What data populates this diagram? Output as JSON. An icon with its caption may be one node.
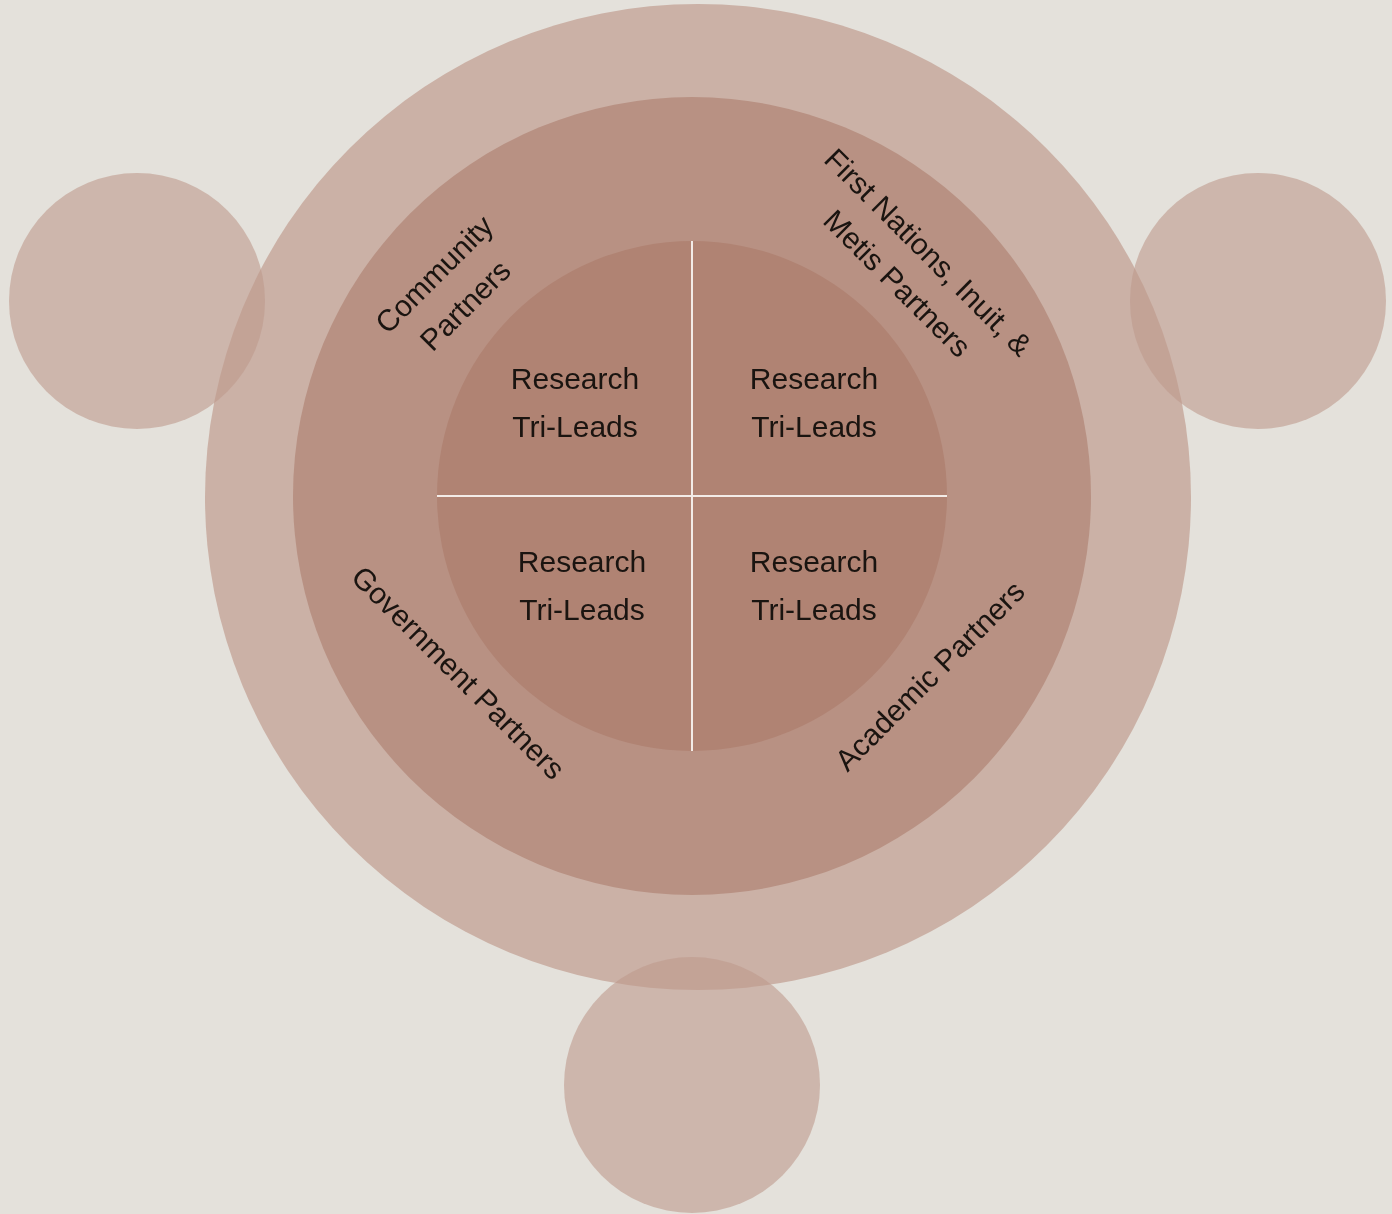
{
  "diagram": {
    "nodes": [
      {
        "text": [],
        "shape": "circle"
      },
      {
        "text": [
          "Community Partners",
          "First Nations, Inuit, & Metis Partners",
          "Government Partners",
          "Academic Partners"
        ],
        "in": 0
      },
      {
        "text": [
          "Research Tri-Leads"
        ],
        "in": 1
      },
      {
        "text": [
          "Research Tri-Leads"
        ],
        "in": 1
      },
      {
        "text": [
          "Research Tri-Leads"
        ],
        "in": 1
      },
      {
        "text": [
          "Research Tri-Leads"
        ],
        "in": 1
      },
      {
        "text": [],
        "shape": "circle"
      },
      {
        "text": [],
        "shape": "circle"
      },
      {
        "text": [],
        "shape": "circle"
      }
    ]
  }
}
